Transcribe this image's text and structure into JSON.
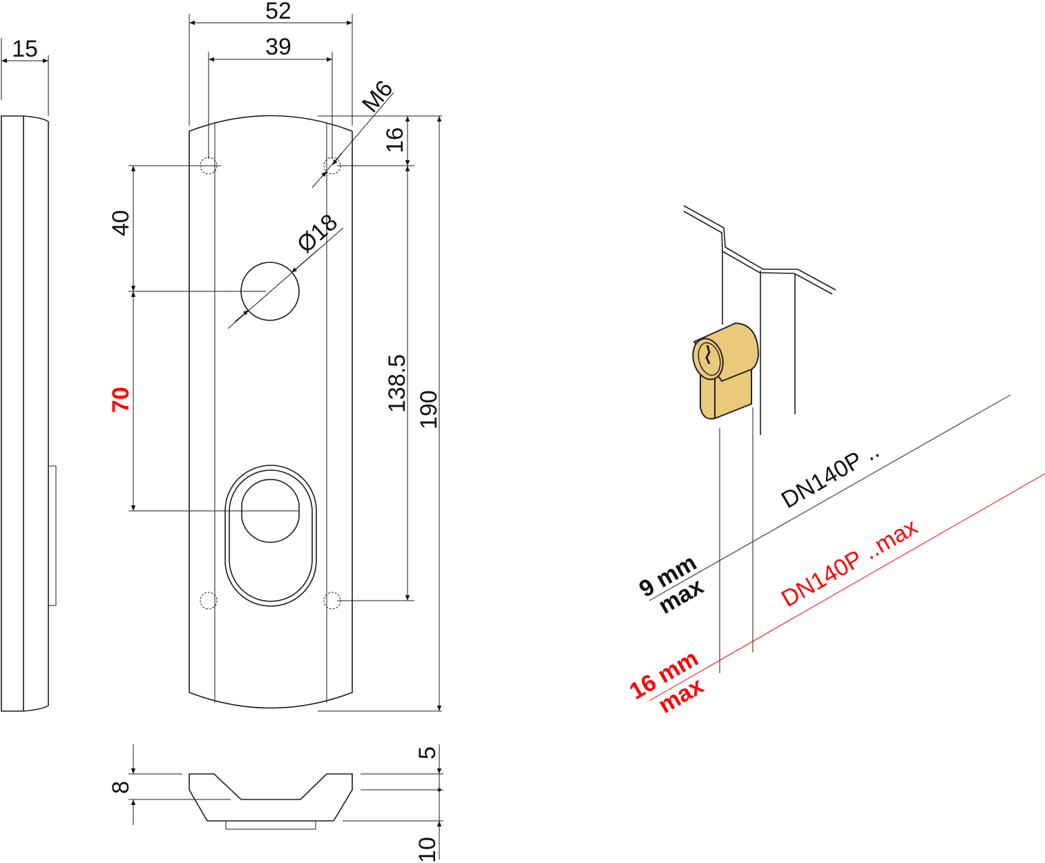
{
  "dimensions": {
    "side_thickness": "15",
    "plate_width": "52",
    "hole_spacing_width": "39",
    "screw": "M6",
    "top_offset": "16",
    "handle_to_top_hole": "40",
    "handle_diameter": "Ø18",
    "handle_to_cylinder": "70",
    "hole_spacing_height": "138.5",
    "plate_height": "190",
    "section_depth": "8",
    "section_top": "5",
    "section_bottom": "10"
  },
  "install": {
    "standard_label": "DN140P ..",
    "max_label": "DN140P ..max",
    "standard_limit_line1": "9 mm",
    "standard_limit_line2": "max",
    "max_limit_line1": "16 mm",
    "max_limit_line2": "max"
  },
  "colors": {
    "accent": "#ff0000",
    "cylinder": "#ebc97a"
  }
}
